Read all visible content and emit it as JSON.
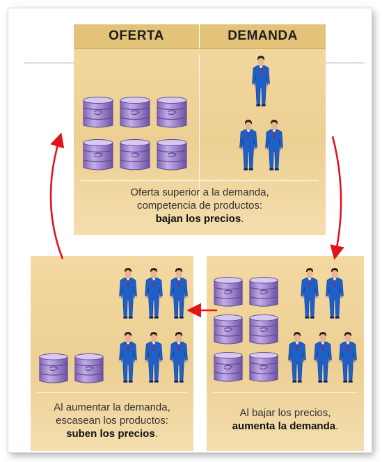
{
  "top": {
    "header_left": "OFERTA",
    "header_right": "DEMANDA",
    "caption_line1": "Oferta superior a la demanda,",
    "caption_line2": "competencia de productos:",
    "caption_bold": "bajan los precios",
    "caption_end": "."
  },
  "bottom_left": {
    "caption_line1": "Al aumentar la demanda,",
    "caption_line2": "escasean los productos:",
    "caption_bold": "suben los precios",
    "caption_end": "."
  },
  "bottom_right": {
    "caption_line1": "Al bajar los precios,",
    "caption_bold": "aumenta la demanda",
    "caption_end": "."
  },
  "colors": {
    "panel": "#eccf93",
    "barrel": "#a58bd0",
    "suit": "#1f5fc8",
    "arrow": "#e0141b",
    "pink_line": "#c48bc4"
  },
  "icons": {
    "product": "barrel-icon",
    "consumer": "businessman-icon",
    "flow": "arrow-icon"
  }
}
